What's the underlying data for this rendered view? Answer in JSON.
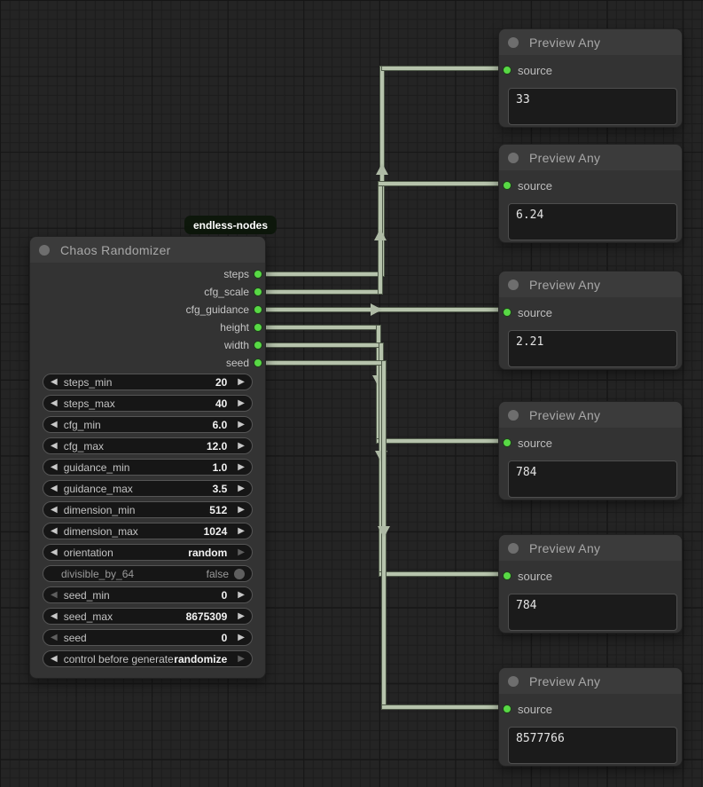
{
  "badge": {
    "label": "endless-nodes"
  },
  "chaos_node": {
    "title": "Chaos Randomizer",
    "outputs": [
      {
        "label": "steps"
      },
      {
        "label": "cfg_scale"
      },
      {
        "label": "cfg_guidance"
      },
      {
        "label": "height"
      },
      {
        "label": "width"
      },
      {
        "label": "seed"
      }
    ],
    "widgets": [
      {
        "label": "steps_min",
        "value": "20",
        "type": "number"
      },
      {
        "label": "steps_max",
        "value": "40",
        "type": "number"
      },
      {
        "label": "cfg_min",
        "value": "6.0",
        "type": "number"
      },
      {
        "label": "cfg_max",
        "value": "12.0",
        "type": "number"
      },
      {
        "label": "guidance_min",
        "value": "1.0",
        "type": "number"
      },
      {
        "label": "guidance_max",
        "value": "3.5",
        "type": "number"
      },
      {
        "label": "dimension_min",
        "value": "512",
        "type": "number"
      },
      {
        "label": "dimension_max",
        "value": "1024",
        "type": "number"
      },
      {
        "label": "orientation",
        "value": "random",
        "type": "combo"
      },
      {
        "label": "divisible_by_64",
        "value": "false",
        "type": "toggle"
      },
      {
        "label": "seed_min",
        "value": "0",
        "type": "number"
      },
      {
        "label": "seed_max",
        "value": "8675309",
        "type": "number"
      },
      {
        "label": "seed",
        "value": "0",
        "type": "number"
      },
      {
        "label": "control before generate",
        "value": "randomize",
        "type": "combo"
      }
    ],
    "arrow_left_glyph": "◀",
    "arrow_right_glyph": "▶"
  },
  "preview_nodes": [
    {
      "title": "Preview Any",
      "input_label": "source",
      "value": "33"
    },
    {
      "title": "Preview Any",
      "input_label": "source",
      "value": "6.24"
    },
    {
      "title": "Preview Any",
      "input_label": "source",
      "value": "2.21"
    },
    {
      "title": "Preview Any",
      "input_label": "source",
      "value": "784"
    },
    {
      "title": "Preview Any",
      "input_label": "source",
      "value": "784"
    },
    {
      "title": "Preview Any",
      "input_label": "source",
      "value": "8577766"
    }
  ],
  "colors": {
    "wire": "#b6c3ac",
    "slot_green": "#58d945",
    "node_bg": "#333333",
    "node_title_bg": "#3b3b3b",
    "badge_bg": "#0d170b"
  }
}
